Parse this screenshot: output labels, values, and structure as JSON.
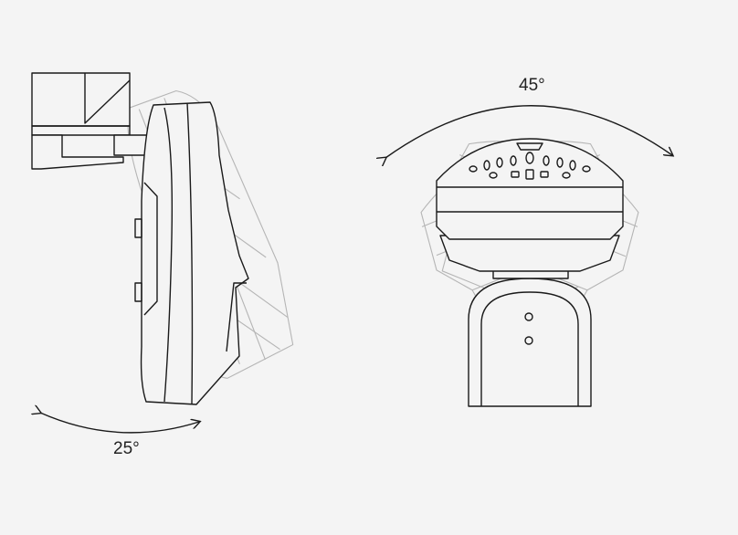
{
  "side_view": {
    "tilt_label": "25°",
    "tilt_degrees": 25
  },
  "front_view": {
    "swivel_label": "45°",
    "swivel_degrees": 45
  },
  "colors": {
    "background": "#f4f4f4",
    "line": "#1a1a1a",
    "ghost": "#b5b5b5"
  }
}
